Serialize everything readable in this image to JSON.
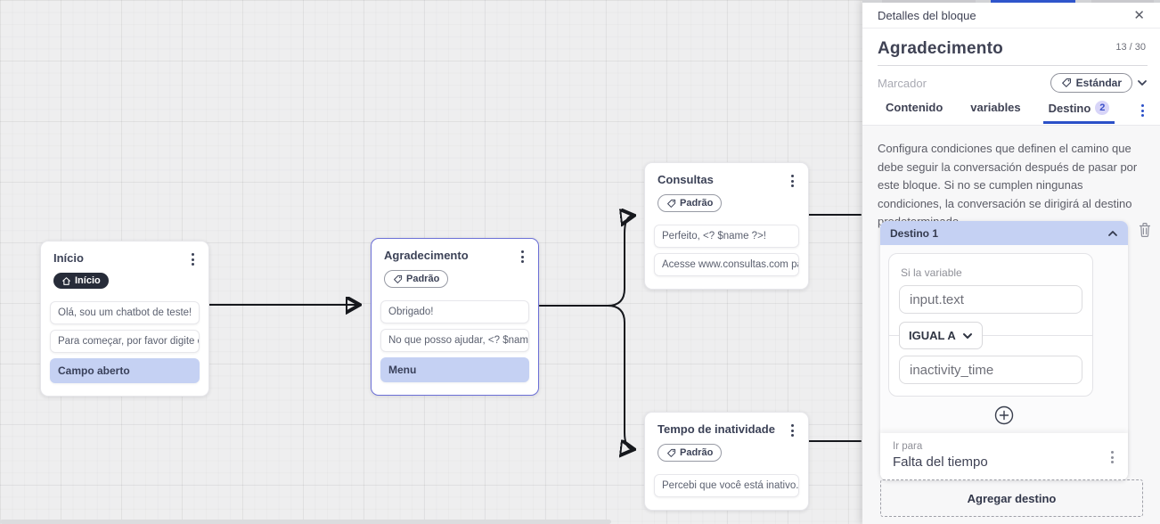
{
  "colors": {
    "accent_blue": "#2b50c8",
    "highlight_periwinkle": "#c5d1f3",
    "selected_node_border": "#6b6fd6",
    "dark_badge": "#272c39",
    "canvas_bg": "#eeeeef"
  },
  "canvas": {
    "nodes": [
      {
        "title": "Início",
        "badge": "Início",
        "messages": [
          "Olá, sou um chatbot de teste!",
          "Para começar, por favor digite o ..."
        ],
        "highlight": "Campo aberto"
      },
      {
        "title": "Agradecimento",
        "badge": "Padrão",
        "messages": [
          "Obrigado!",
          "No que posso ajudar, <? $name ..."
        ],
        "highlight": "Menu"
      },
      {
        "title": "Consultas",
        "badge": "Padrão",
        "messages": [
          "Perfeito, <? $name ?>!",
          "Acesse www.consultas.com par..."
        ]
      },
      {
        "title": "Tempo de inatividade",
        "badge": "Padrão",
        "messages": [
          "Percebi que você está inativo. C..."
        ]
      }
    ]
  },
  "panel": {
    "header": {
      "title": "Detalles del bloque",
      "close_glyph": "✕"
    },
    "block_title": "Agradecimento",
    "counter": "13 / 30",
    "marker_placeholder": "Marcador",
    "standard_pill_label": "Estándar",
    "tabs": [
      {
        "label": "Contenido"
      },
      {
        "label": "variables"
      },
      {
        "label": "Destino",
        "badge": "2"
      }
    ],
    "description": "Configura condiciones que definen el camino que debe seguir la conversación después de pasar por este bloque. Si no se cumplen ningunas condiciones, la conversación se dirigirá al destino predeterminado.",
    "destination": {
      "header_label": "Destino 1",
      "condition_label": "Si la variable",
      "variable_value": "input.text",
      "operator_label": "IGUAL A",
      "compare_value": "inactivity_time",
      "goto_label": "Ir para",
      "goto_value": "Falta del tiempo"
    },
    "add_destination_label": "Agregar destino"
  }
}
